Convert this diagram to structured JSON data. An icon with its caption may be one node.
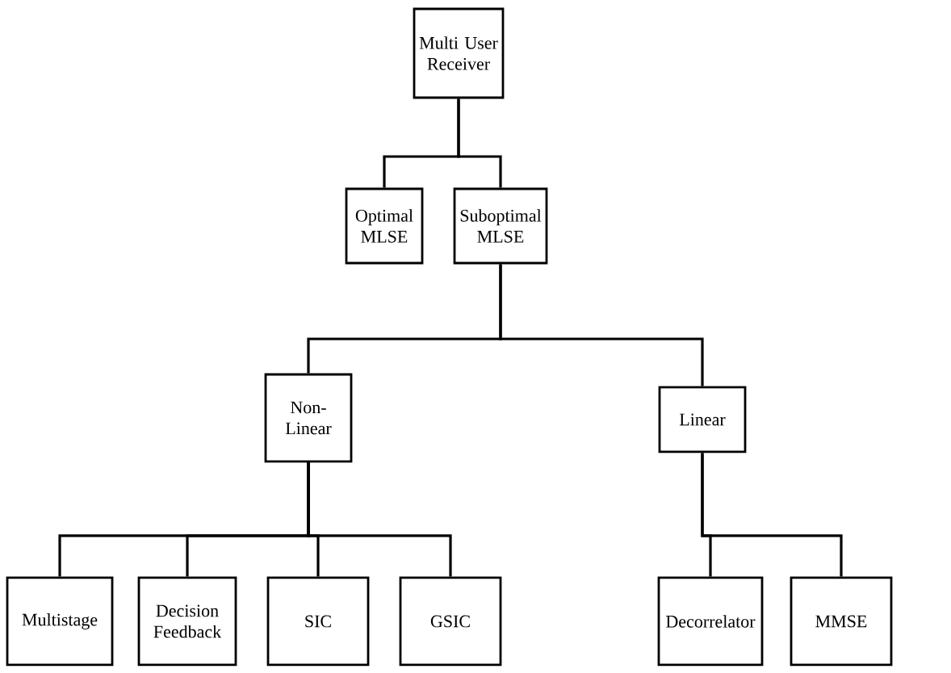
{
  "diagram": {
    "nodes": [
      {
        "text": [
          "Multi User Receiver"
        ]
      },
      {
        "text": [
          "Optimal MLSE"
        ]
      },
      {
        "text": [
          "Suboptimal MLSE"
        ]
      },
      {
        "text": [
          "Non-Linear"
        ]
      },
      {
        "text": [
          "Linear"
        ]
      },
      {
        "text": [
          "Multistage"
        ]
      },
      {
        "text": [
          "Decision Feedback"
        ]
      },
      {
        "text": [
          "SIC"
        ]
      },
      {
        "text": [
          "GSIC"
        ]
      },
      {
        "text": [
          "Decorrelator"
        ]
      },
      {
        "text": [
          "MMSE"
        ]
      }
    ],
    "edges": [
      {
        "from": 0,
        "to": 1,
        "arrow": "none"
      },
      {
        "from": 0,
        "to": 2,
        "arrow": "none"
      },
      {
        "from": 2,
        "to": 3,
        "arrow": "none"
      },
      {
        "from": 2,
        "to": 4,
        "arrow": "none"
      },
      {
        "from": 3,
        "to": 5,
        "arrow": "none"
      },
      {
        "from": 3,
        "to": 6,
        "arrow": "none"
      },
      {
        "from": 3,
        "to": 7,
        "arrow": "none"
      },
      {
        "from": 3,
        "to": 8,
        "arrow": "none"
      },
      {
        "from": 4,
        "to": 9,
        "arrow": "none"
      },
      {
        "from": 4,
        "to": 10,
        "arrow": "none"
      }
    ]
  }
}
